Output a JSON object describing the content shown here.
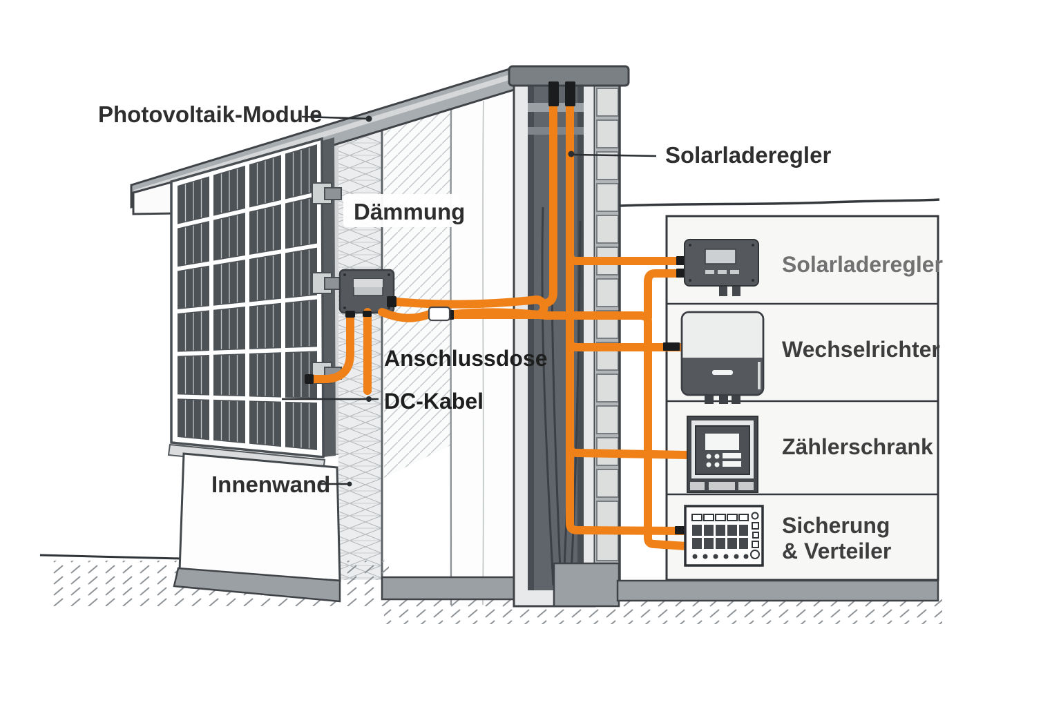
{
  "diagram": {
    "callouts": {
      "photovoltaik_module": "Photovoltaik-Module",
      "daemmung": "Dämmung",
      "solarladeregler": "Solarladeregler",
      "anschlussdose": "Anschlussdose",
      "dc_kabel": "DC-Kabel",
      "innenwand": "Innenwand"
    },
    "indoor_components": [
      {
        "label": "Solarladeregler"
      },
      {
        "label": "Wechselrichter"
      },
      {
        "label": "Zählerschrank"
      },
      {
        "label": "Sicherung",
        "label_line2": "& Verteiler"
      }
    ],
    "colors": {
      "cable": "#EF8118",
      "outline": "#34383C",
      "panel_cell": "#4D5257",
      "device_dark": "#55595E",
      "wall_gray": "#9AA0A3"
    }
  }
}
